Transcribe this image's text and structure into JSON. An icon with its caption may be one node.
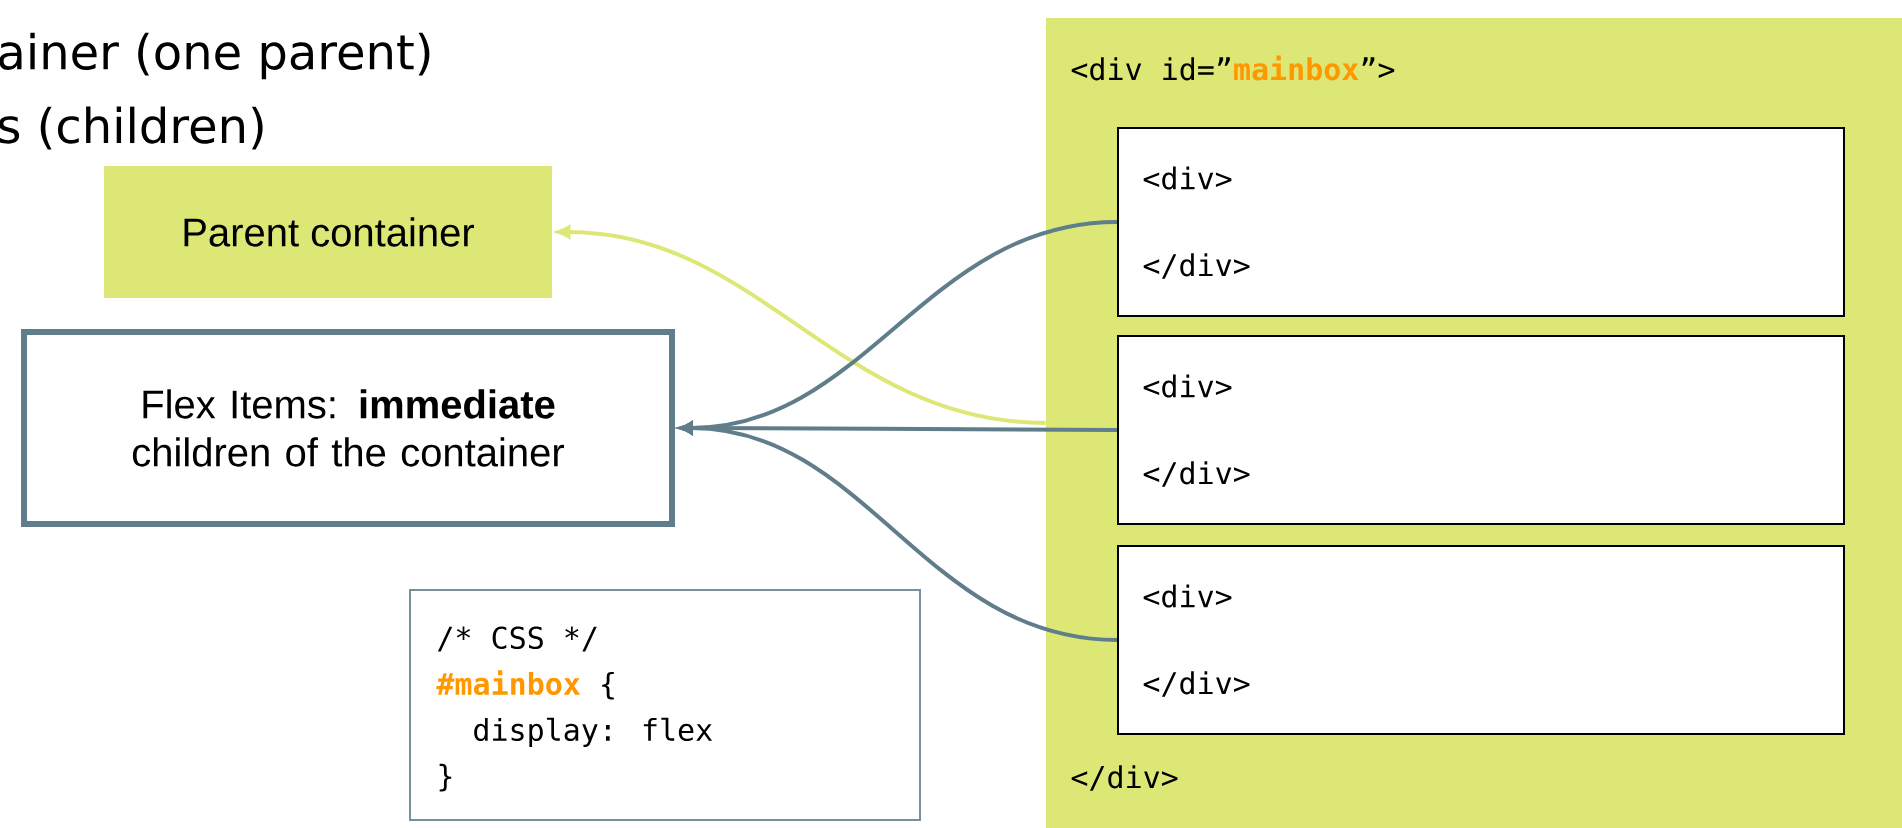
{
  "diagram": {
    "nodes": [
      {
        "text": [
          "Parent container"
        ]
      },
      {
        "text": [
          "Flex Items: **immediate** children of the container"
        ]
      },
      {
        "text": [
          "/* CSS */",
          "**#mainbox** {",
          "display: flex",
          "}"
        ]
      },
      {
        "text": [
          "<div id=”**mainbox**”>",
          "</div>"
        ]
      },
      {
        "text": [
          "<div>",
          "</div>"
        ],
        "in": 3
      },
      {
        "text": [
          "<div>",
          "</div>"
        ],
        "in": 3
      },
      {
        "text": [
          "<div>",
          "</div>"
        ],
        "in": 3
      }
    ],
    "edges": [
      {
        "from": 3,
        "to": 0,
        "arrow": "to",
        "color": "#dce775"
      },
      {
        "from": 4,
        "to": 1,
        "arrow": "to"
      },
      {
        "from": 5,
        "to": 1,
        "arrow": "to"
      },
      {
        "from": 6,
        "to": 1,
        "arrow": "to"
      }
    ],
    "labels": [
      "ainer (one parent)",
      "s (children)"
    ]
  }
}
